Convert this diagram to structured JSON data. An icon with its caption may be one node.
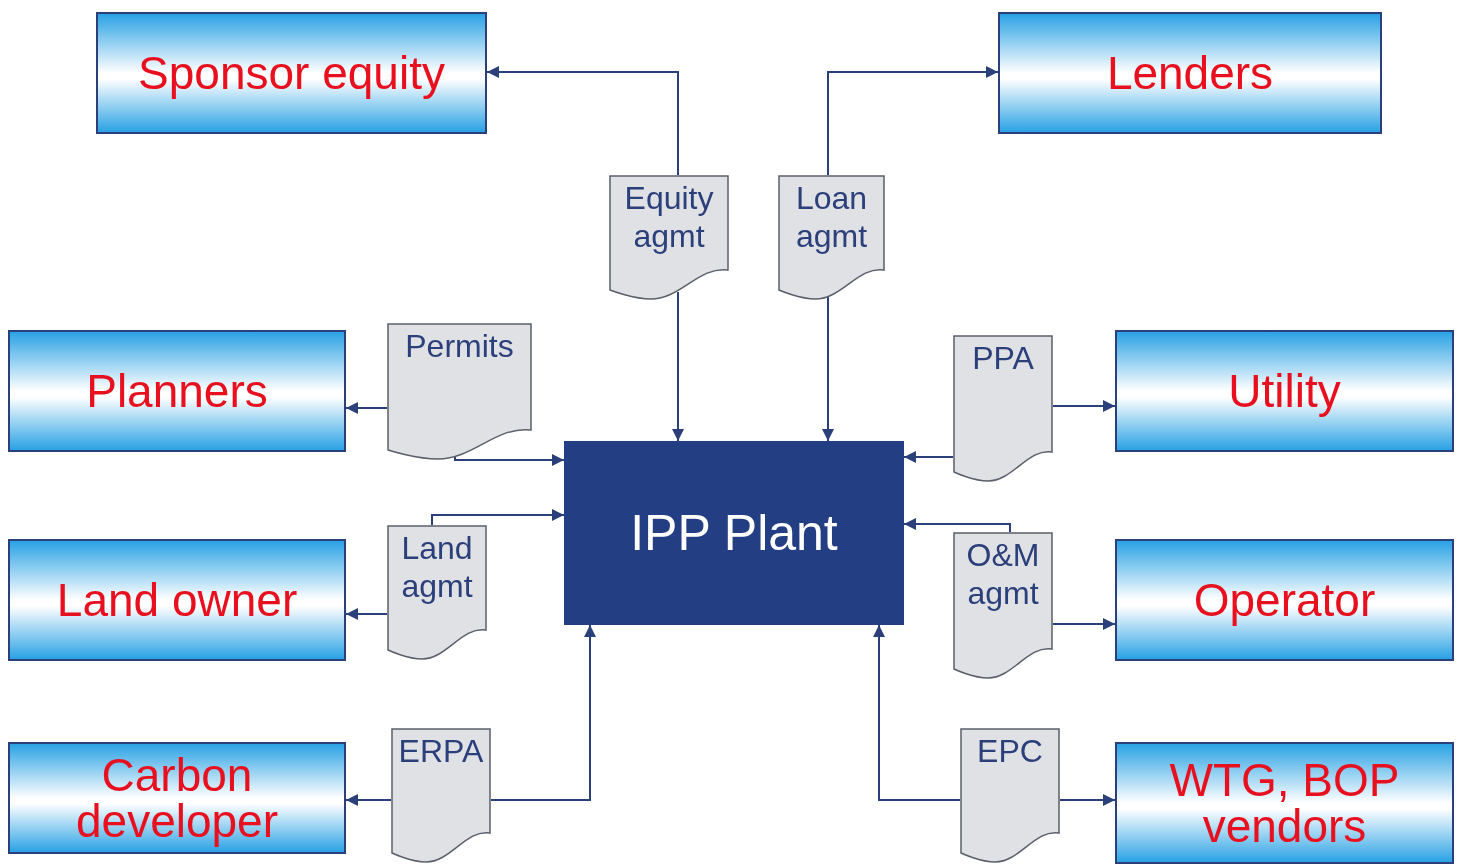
{
  "diagram": {
    "nodes": [
      {
        "text": [
          "Sponsor equity"
        ]
      },
      {
        "text": [
          "Lenders"
        ]
      },
      {
        "text": [
          "Equity agmt"
        ]
      },
      {
        "text": [
          "Loan agmt"
        ]
      },
      {
        "text": [
          "Planners"
        ]
      },
      {
        "text": [
          "Permits"
        ]
      },
      {
        "text": [
          "PPA"
        ]
      },
      {
        "text": [
          "Utility"
        ]
      },
      {
        "text": [
          "IPP Plant"
        ]
      },
      {
        "text": [
          "Land owner"
        ]
      },
      {
        "text": [
          "Land agmt"
        ]
      },
      {
        "text": [
          "O&M agmt"
        ]
      },
      {
        "text": [
          "Operator"
        ]
      },
      {
        "text": [
          "Carbon developer"
        ]
      },
      {
        "text": [
          "ERPA"
        ]
      },
      {
        "text": [
          "EPC"
        ]
      },
      {
        "text": [
          "WTG, BOP vendors"
        ]
      }
    ],
    "edges": [
      {
        "from": 2,
        "to": 0,
        "arrow": "to"
      },
      {
        "from": 2,
        "to": 8,
        "arrow": "to"
      },
      {
        "from": 3,
        "to": 1,
        "arrow": "to"
      },
      {
        "from": 3,
        "to": 8,
        "arrow": "to"
      },
      {
        "from": 5,
        "to": 4,
        "arrow": "to"
      },
      {
        "from": 5,
        "to": 8,
        "arrow": "to"
      },
      {
        "from": 6,
        "to": 7,
        "arrow": "to"
      },
      {
        "from": 6,
        "to": 8,
        "arrow": "to"
      },
      {
        "from": 10,
        "to": 8,
        "arrow": "to"
      },
      {
        "from": 10,
        "to": 9,
        "arrow": "to"
      },
      {
        "from": 11,
        "to": 8,
        "arrow": "to"
      },
      {
        "from": 11,
        "to": 12,
        "arrow": "to"
      },
      {
        "from": 14,
        "to": 13,
        "arrow": "to"
      },
      {
        "from": 14,
        "to": 8,
        "arrow": "to"
      },
      {
        "from": 15,
        "to": 16,
        "arrow": "to"
      },
      {
        "from": 15,
        "to": 8,
        "arrow": "to"
      }
    ]
  }
}
